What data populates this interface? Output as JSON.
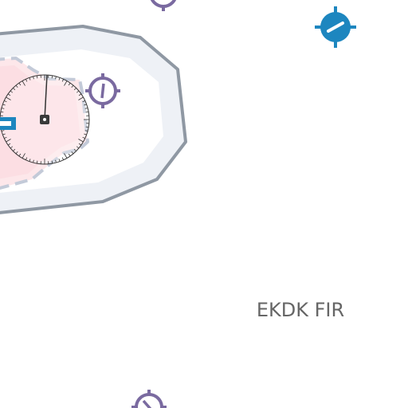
{
  "map": {
    "fir_label": "EKDK FIR",
    "colors": {
      "background": "#ffffff",
      "airspace_fill": "#eef1f6",
      "airspace_border": "#8f98a3",
      "restricted_fill": "#fde7ea",
      "restricted_border": "#c3cad8",
      "navaid_purple": "#7a6aa0",
      "navaid_blue": "#1d86bf",
      "airport_blue": "#1d86bf",
      "compass": "#333333",
      "label": "#666666"
    },
    "features": [
      {
        "name": "airspace-boundary"
      },
      {
        "name": "restricted-area"
      },
      {
        "name": "compass-rose"
      },
      {
        "name": "vor-navaid-top"
      },
      {
        "name": "vor-navaid-right"
      },
      {
        "name": "ndb-navaid-blue"
      },
      {
        "name": "vor-navaid-bottom"
      },
      {
        "name": "airport-marker"
      }
    ]
  }
}
